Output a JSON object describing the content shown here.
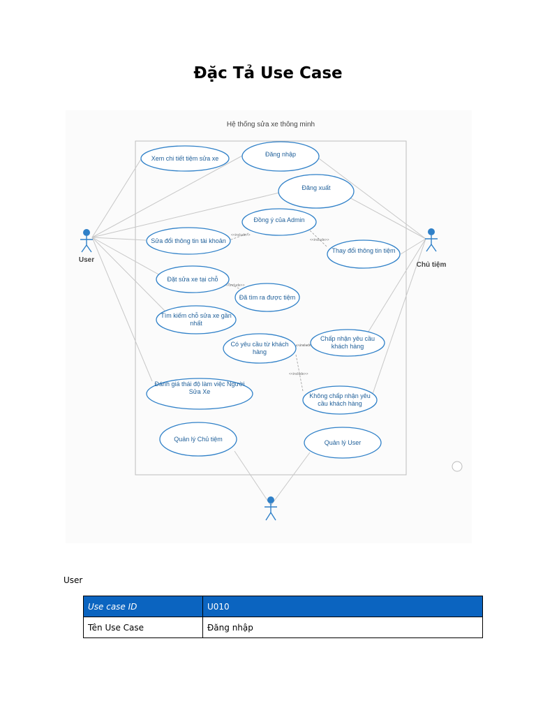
{
  "title": "Đặc Tả Use Case",
  "diagram": {
    "system_name": "Hệ thống sửa xe thông minh",
    "actors": {
      "user": "User",
      "owner": "Chủ tiệm",
      "admin": ""
    },
    "use_cases": {
      "xem_chi_tiet": "Xem chi tiết tiệm sửa xe",
      "dang_nhap": "Đăng nhập",
      "dang_xuat": "Đăng xuất",
      "dong_y_admin": "Đồng ý của Admin",
      "sua_doi_tt_1": "Sửa đổi thông tin tài khoản",
      "thay_doi_tt_tiem": "Thay đổi thông tin tiệm",
      "dat_sua_xe": "Đặt sửa xe tại chỗ",
      "da_tim_ra": "Đã tìm ra được tiệm",
      "tim_kiem_1": "Tìm kiếm chỗ sửa xe gần",
      "tim_kiem_2": "nhất",
      "co_yeu_cau_1": "Có yêu cầu từ khách",
      "co_yeu_cau_2": "hàng",
      "chap_nhan_1": "Chấp nhận yêu cầu",
      "chap_nhan_2": "khách hàng",
      "danh_gia_1": "Đánh giá thái độ làm việc Người",
      "danh_gia_2": "Sửa Xe",
      "khong_chap_nhan_1": "Không chấp nhận yêu",
      "khong_chap_nhan_2": "cầu khách hàng",
      "quan_ly_chu_tiem": "Quản lý Chủ tiệm",
      "quan_ly_user": "Quản lý User"
    },
    "include_label": "<<include>>"
  },
  "section_label": "User",
  "table": {
    "header": {
      "label": "Use case ID",
      "value": "U010"
    },
    "rows": [
      {
        "label": "Tên Use Case",
        "value": "Đăng nhập"
      }
    ]
  }
}
